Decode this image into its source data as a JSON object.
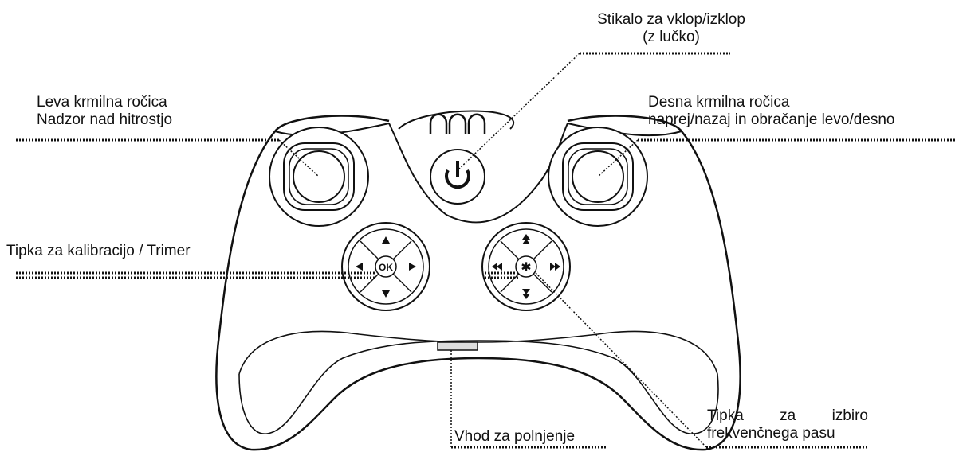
{
  "labels": {
    "power_switch": {
      "line1": "Stikalo za vklop/izklop",
      "line2": "(z lučko)"
    },
    "left_stick": {
      "line1": "Leva krmilna ročica",
      "line2": "Nadzor nad hitrostjo"
    },
    "right_stick": {
      "line1": "Desna krmilna ročica",
      "line2": "naprej/nazaj in obračanje levo/desno"
    },
    "calibration_button": {
      "line1": "Tipka za kalibracijo / Trimer"
    },
    "charging_port": {
      "line1": "Vhod za polnjenje"
    },
    "frequency_button": {
      "line1": "Tipka za izbiro",
      "line2": "frekvenčnega pasu"
    }
  },
  "controller": {
    "left_dpad_center": "OK",
    "right_dpad_center": "✱"
  }
}
